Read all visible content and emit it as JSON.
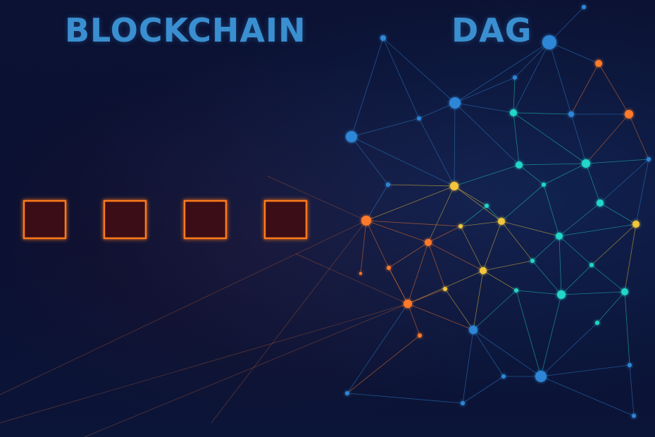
{
  "labels": {
    "left_title": "BLOCKCHAIN",
    "right_title": "DAG"
  },
  "colors": {
    "background": "#0a1032",
    "title": "#3a8fd0",
    "chain_glow": "#ff7a1a",
    "block_fill": "#3a0f14",
    "dag_blue": "#2f86d6",
    "dag_cyan": "#22d6c8",
    "dag_yellow": "#f3c63a",
    "dag_orange": "#ff7a2a"
  },
  "blockchain": {
    "block_count": 4
  },
  "dag": {
    "node_count": 44
  }
}
